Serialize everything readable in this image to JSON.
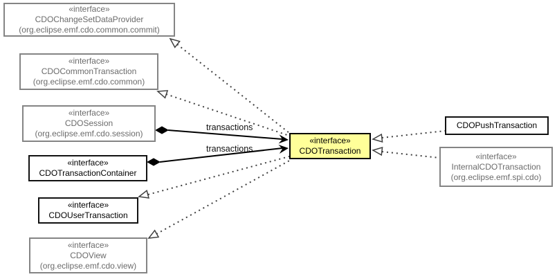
{
  "diagram": {
    "type": "uml-class-diagram",
    "colors": {
      "highlight_fill": "#ffff99",
      "gray_border": "#848484",
      "gray_text": "#6b6b6b",
      "black_border": "#111111",
      "background": "#ffffff"
    },
    "nodes": {
      "changeSetDataProvider": {
        "stereotype": "«interface»",
        "name": "CDOChangeSetDataProvider",
        "package": "(org.eclipse.emf.cdo.common.commit)"
      },
      "commonTransaction": {
        "stereotype": "«interface»",
        "name": "CDOCommonTransaction",
        "package": "(org.eclipse.emf.cdo.common)"
      },
      "session": {
        "stereotype": "«interface»",
        "name": "CDOSession",
        "package": "(org.eclipse.emf.cdo.session)"
      },
      "transactionContainer": {
        "stereotype": "«interface»",
        "name": "CDOTransactionContainer"
      },
      "userTransaction": {
        "stereotype": "«interface»",
        "name": "CDOUserTransaction"
      },
      "view": {
        "stereotype": "«interface»",
        "name": "CDOView",
        "package": "(org.eclipse.emf.cdo.view)"
      },
      "transaction": {
        "stereotype": "«interface»",
        "name": "CDOTransaction"
      },
      "pushTransaction": {
        "name": "CDOPushTransaction"
      },
      "internalTransaction": {
        "stereotype": "«interface»",
        "name": "InternalCDOTransaction",
        "package": "(org.eclipse.emf.spi.cdo)"
      }
    },
    "edge_labels": {
      "session_transactions": "transactions",
      "container_transactions": "transactions"
    }
  }
}
